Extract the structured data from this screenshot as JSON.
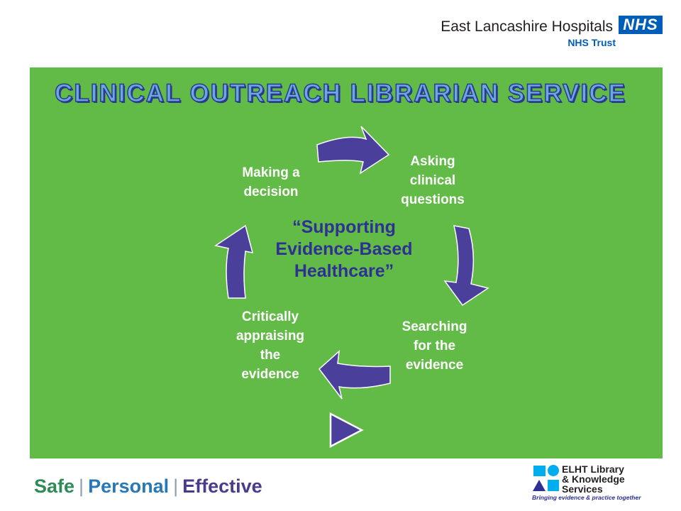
{
  "header": {
    "org_name": "East Lancashire Hospitals",
    "nhs_logo": "NHS",
    "org_sub": "NHS Trust"
  },
  "slide": {
    "title": "CLINICAL OUTREACH LIBRARIAN SERVICE",
    "center_text": [
      "“Supporting",
      "Evidence-Based",
      "Healthcare”"
    ]
  },
  "cycle": {
    "steps": [
      {
        "label": [
          "Asking",
          "clinical",
          "questions"
        ]
      },
      {
        "label": [
          "Searching",
          "for the",
          "evidence"
        ]
      },
      {
        "label": [
          "Critically",
          "appraising",
          "the",
          "evidence"
        ]
      },
      {
        "label": [
          "Making a",
          "decision"
        ]
      }
    ]
  },
  "footer": {
    "values": [
      "Safe",
      "Personal",
      "Effective"
    ],
    "library_name": [
      "ELHT Library",
      "& Knowledge",
      "Services"
    ],
    "library_tagline": "Bringing evidence & practice together"
  },
  "colors": {
    "panel": "#62bb46",
    "arrow": "#4b3f9c",
    "center_text": "#2e3192",
    "nhs_blue": "#005eb8"
  },
  "icons": [
    "play-icon",
    "library-logo-icon"
  ]
}
